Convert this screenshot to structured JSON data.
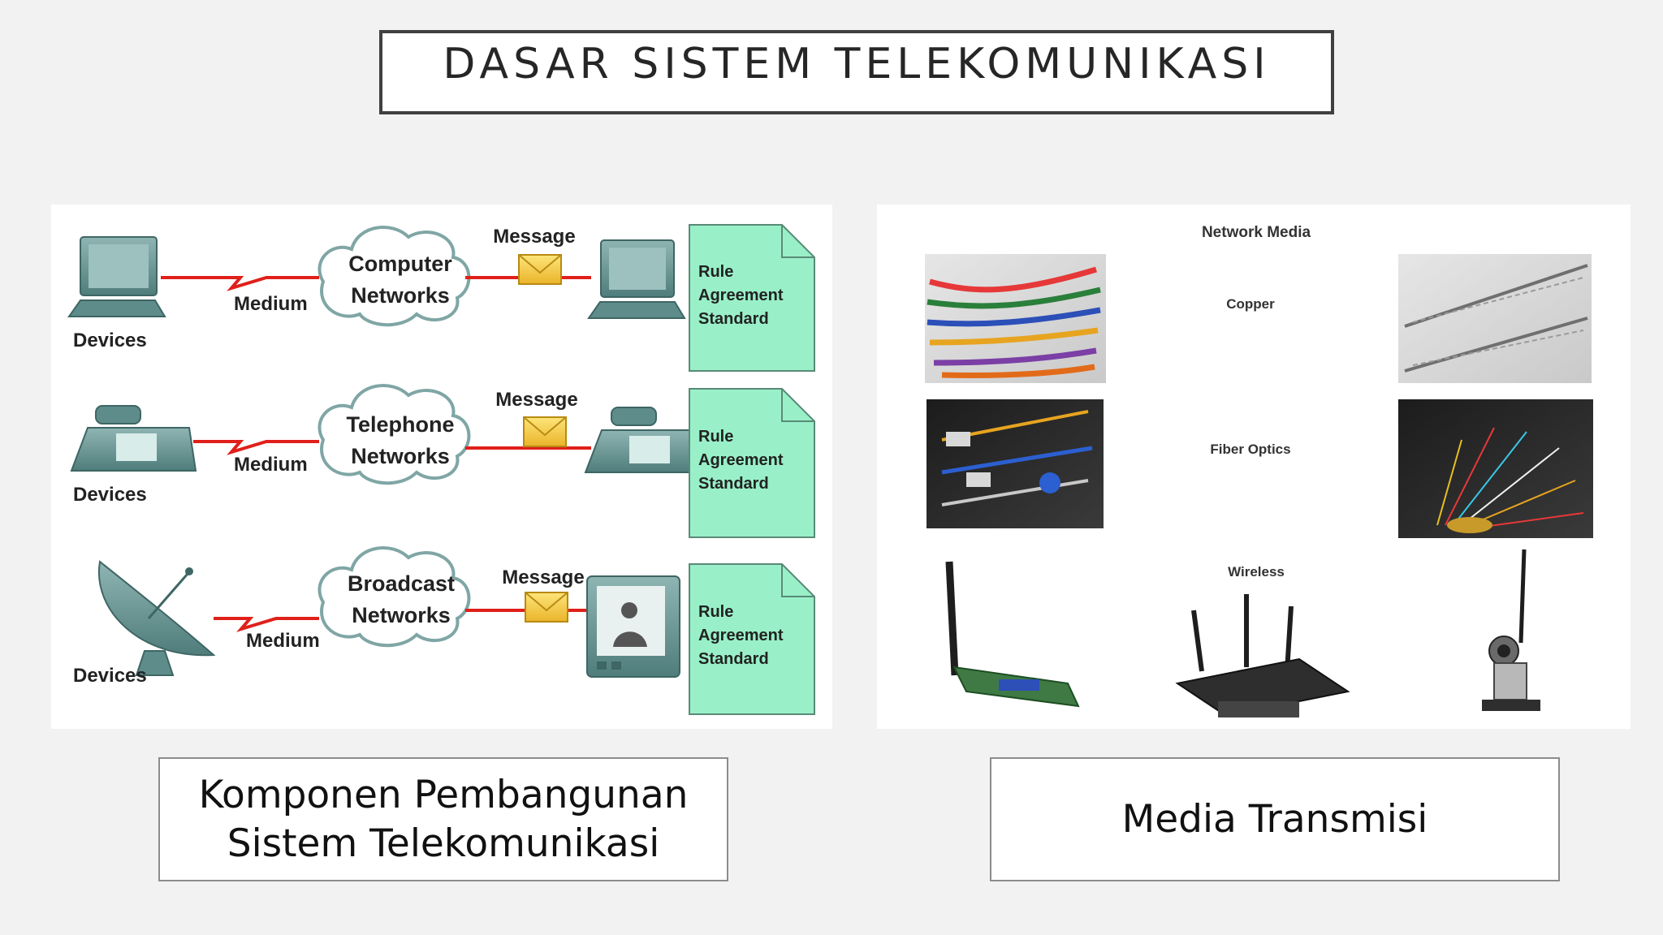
{
  "slide": {
    "title": "DASAR SISTEM TELEKOMUNIKASI"
  },
  "left_diagram": {
    "rows": [
      {
        "device_label": "Devices",
        "medium_label": "Medium",
        "network_line1": "Computer",
        "network_line2": "Networks",
        "message_label": "Message",
        "rule_lines": [
          "Rule",
          "Agreement",
          "Standard"
        ]
      },
      {
        "device_label": "Devices",
        "medium_label": "Medium",
        "network_line1": "Telephone",
        "network_line2": "Networks",
        "message_label": "Message",
        "rule_lines": [
          "Rule",
          "Agreement",
          "Standard"
        ]
      },
      {
        "device_label": "Devices",
        "medium_label": "Medium",
        "network_line1": "Broadcast",
        "network_line2": "Networks",
        "message_label": "Message",
        "rule_lines": [
          "Rule",
          "Agreement",
          "Standard"
        ]
      }
    ],
    "colors": {
      "rule_doc": "#99f0c8",
      "medium_line": "#e0201a",
      "device": "#5e8c8a",
      "cloud_fill": "#ffffff",
      "cloud_stroke": "#7fa6a5",
      "envelope": "#f5c832"
    }
  },
  "right_diagram": {
    "heading": "Network Media",
    "copper_label": "Copper",
    "fiber_label": "Fiber Optics",
    "wireless_label": "Wireless"
  },
  "captions": {
    "left_line1": "Komponen Pembangunan",
    "left_line2": "Sistem Telekomunikasi",
    "right": "Media Transmisi"
  }
}
